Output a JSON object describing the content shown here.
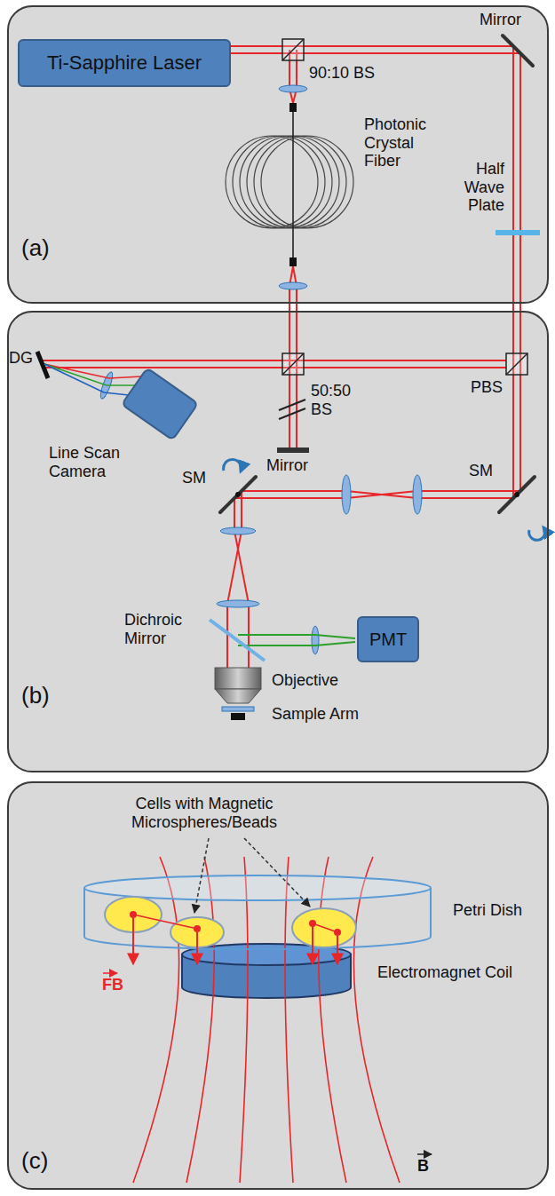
{
  "diagram": {
    "nodes": [
      {
        "text": [
          "(a)"
        ]
      },
      {
        "text": [
          "Ti-Sapphire Laser"
        ],
        "in": 0
      },
      {
        "text": [
          "(b)"
        ]
      },
      {
        "text": [
          "PMT"
        ],
        "in": 2
      },
      {
        "text": [
          "(c)"
        ]
      }
    ],
    "labels": [
      "Mirror",
      "90:10 BS",
      "Photonic Crystal Fiber",
      "Half Wave Plate",
      "DG",
      "50:50 BS",
      "PBS",
      "Line Scan Camera",
      "Mirror",
      "SM",
      "SM",
      "Dichroic Mirror",
      "Objective",
      "Sample Arm",
      "Cells with Magnetic Microspheres/Beads",
      "Petri Dish",
      "Electromagnet Coil",
      "FB",
      "B"
    ]
  }
}
